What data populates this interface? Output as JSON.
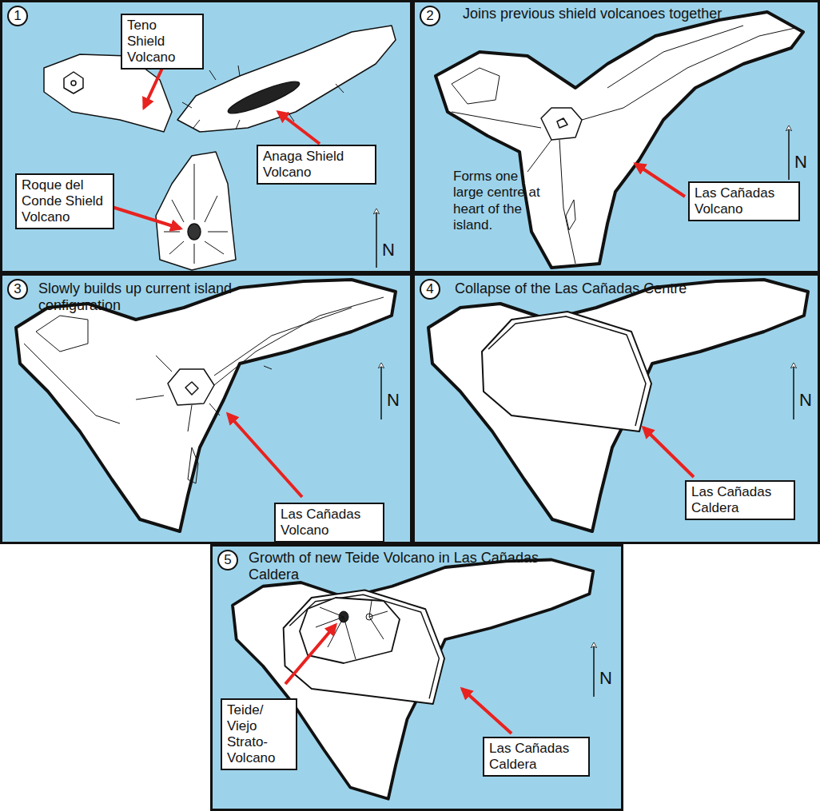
{
  "diagram": {
    "nodes": [
      {
        "text": [
          "1"
        ]
      },
      {
        "text": [
          "2",
          "Joins previous shield volcanoes together",
          "Forms one large centre at heart of the island."
        ]
      },
      {
        "text": [
          "3",
          "Slowly builds up current island configuration"
        ]
      },
      {
        "text": [
          "4",
          "Collapse of the Las Cañadas Centre"
        ]
      },
      {
        "text": [
          "5",
          "Growth of new Teide Volcano in Las Cañadas Caldera"
        ]
      },
      {
        "text": [
          "Teno Shield Volcano"
        ],
        "in": 0
      },
      {
        "text": [
          "Anaga Shield Volcano"
        ],
        "in": 0
      },
      {
        "text": [
          "Roque del Conde Shield Volcano"
        ],
        "in": 0
      },
      {
        "text": [
          "Las Cañadas Volcano"
        ],
        "in": 1
      },
      {
        "text": [
          "Las Cañadas Volcano"
        ],
        "in": 2
      },
      {
        "text": [
          "Las Cañadas Caldera"
        ],
        "in": 3
      },
      {
        "text": [
          "Teide/ Viejo Strato- Volcano"
        ],
        "in": 4
      },
      {
        "text": [
          "Las Cañadas Caldera"
        ],
        "in": 4
      }
    ],
    "labels": [
      "N",
      "N",
      "N",
      "N",
      "N"
    ]
  }
}
